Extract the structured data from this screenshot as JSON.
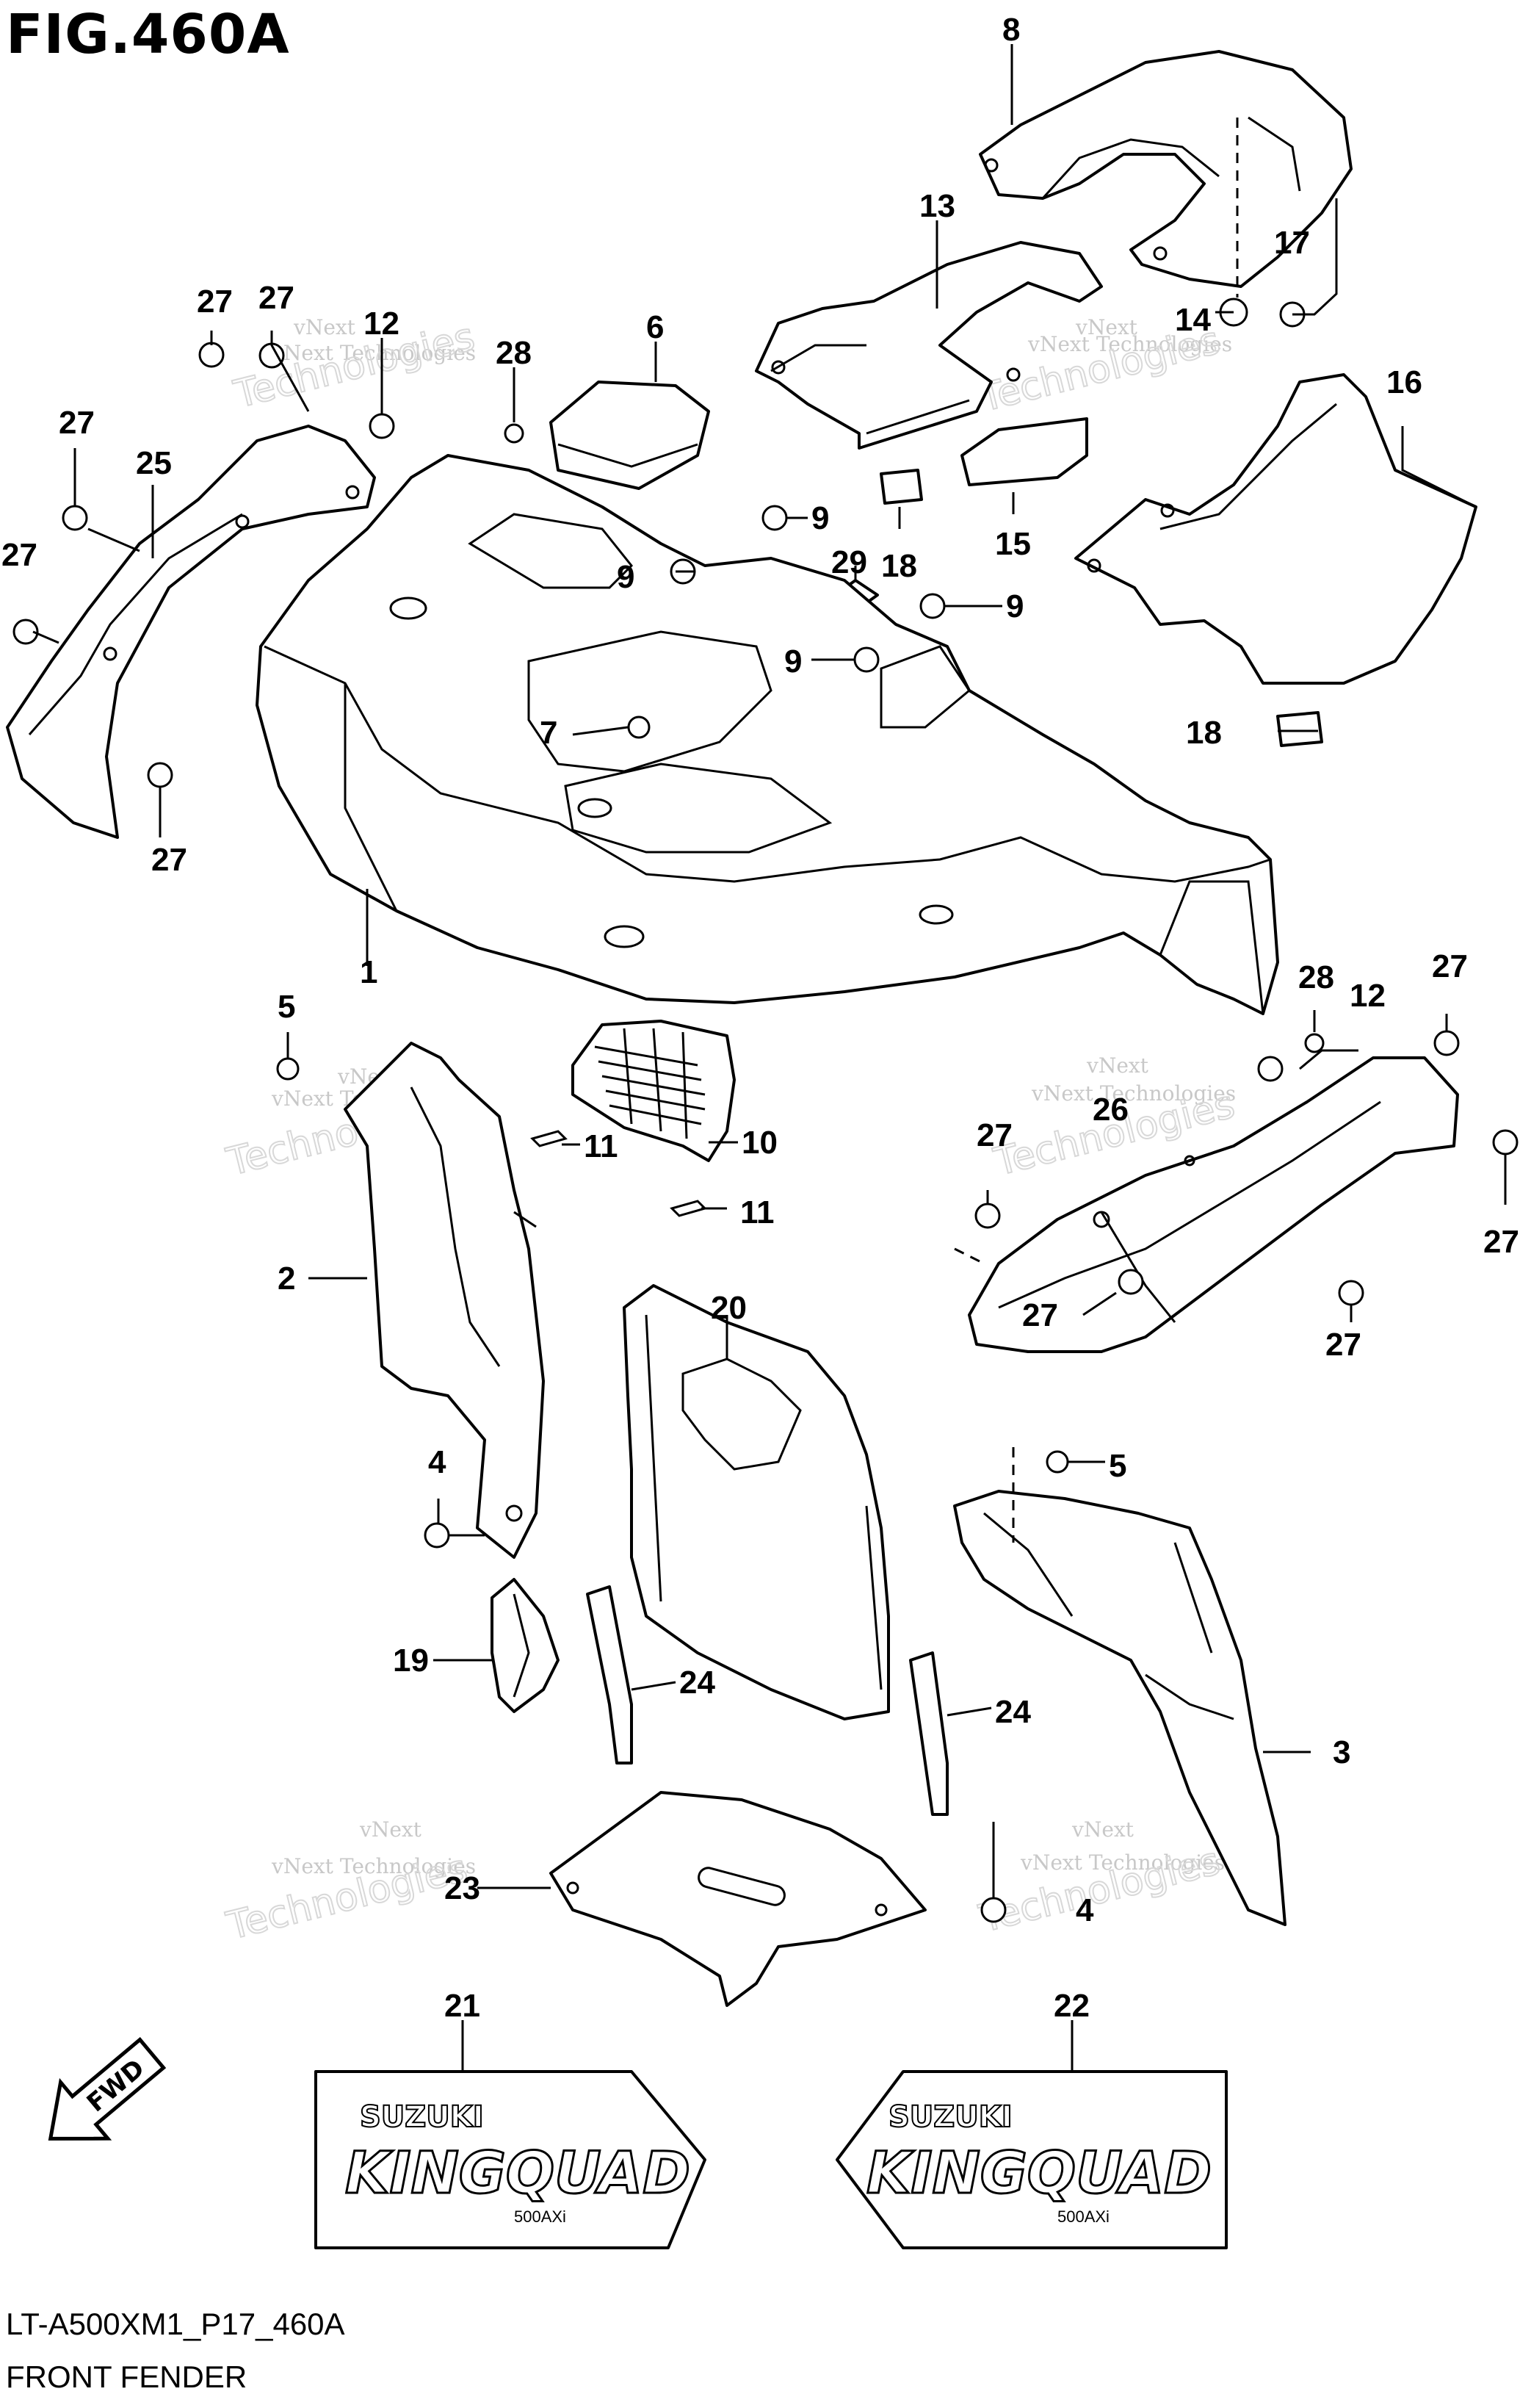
{
  "figure": {
    "title": "FIG.460A",
    "code": "LT-A500XM1_P17_460A",
    "name": "FRONT FENDER"
  },
  "watermark": {
    "line1": "vNext",
    "line2": "vNext Technologies",
    "line3": "Technologies"
  },
  "labels": {
    "fender": "1",
    "inner_fender_left": "2",
    "inner_fender_right": "3",
    "bolt_4a": "4",
    "bolt_4b": "4",
    "clip_5a": "5",
    "clip_5b": "5",
    "lid": "6",
    "grommet": "7",
    "rear_cover": "8",
    "clip_9a": "9",
    "clip_9b": "9",
    "clip_9c": "9",
    "clip_9d": "9",
    "grille": "10",
    "screw_11a": "11",
    "screw_11b": "11",
    "nut_12a": "12",
    "nut_12b": "12",
    "bracket_13": "13",
    "clip_14": "14",
    "reflector": "15",
    "cover_16": "16",
    "clip_17": "17",
    "cushion_18a": "18",
    "cushion_18b": "18",
    "bracket_19": "19",
    "panel_20": "20",
    "emblem_left": "21",
    "emblem_right": "22",
    "plate_23": "23",
    "band_24a": "24",
    "band_24b": "24",
    "mudguard_left": "25",
    "mudguard_right": "26",
    "clip_27a": "27",
    "clip_27b": "27",
    "clip_27c": "27",
    "clip_27d": "27",
    "clip_27e": "27",
    "clip_27f": "27",
    "clip_27g": "27",
    "clip_27h": "27",
    "clip_27i": "27",
    "clip_27j": "27",
    "washer_28a": "28",
    "washer_28b": "28",
    "tape_29": "29"
  },
  "emblem": {
    "brand": "SUZUKI",
    "model": "KINGQUAD",
    "sub": "500AXi"
  },
  "fwd": "FWD",
  "icons": [
    "fwd-arrow-icon"
  ]
}
